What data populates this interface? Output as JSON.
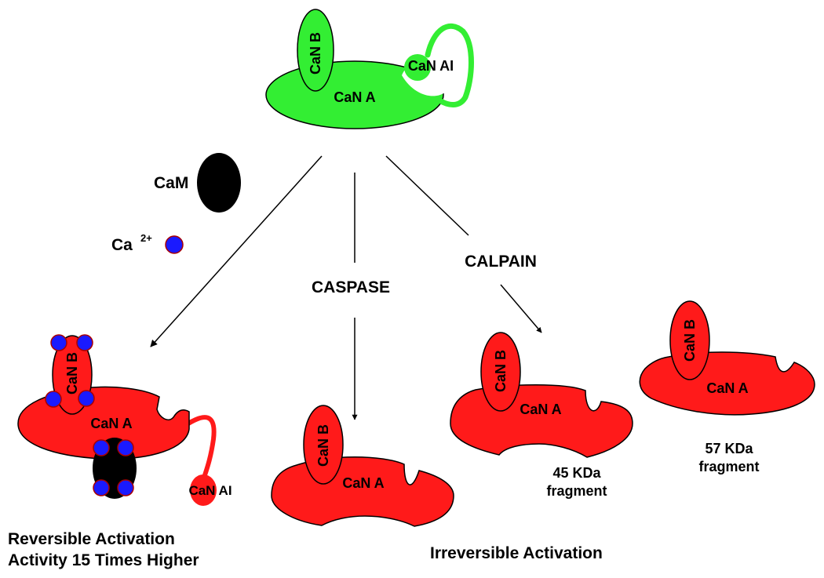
{
  "colors": {
    "inactive": "#33ee33",
    "active": "#ff1a1a",
    "calmodulin": "#000000",
    "calcium": "#1a1aff",
    "calcium_rim": "#aa0000",
    "arrow": "#000000"
  },
  "icons": {
    "calcium": "blue-ion-circle",
    "calmodulin": "black-oval"
  },
  "labels": {
    "can_a": "CaN A",
    "can_b": "CaN B",
    "can_ai": "CaN AI",
    "cam": "CaM",
    "ca_symbol": "Ca",
    "ca_charge": "2+",
    "caspase": "CASPASE",
    "calpain": "CALPAIN",
    "fragment_45_line1": "45 KDa",
    "fragment_45_line2": "fragment",
    "fragment_57_line1": "57 KDa",
    "fragment_57_line2": "fragment",
    "reversible_line1": "Reversible Activation",
    "reversible_line2": "Activity 15 Times Higher",
    "irreversible": "Irreversible Activation"
  }
}
